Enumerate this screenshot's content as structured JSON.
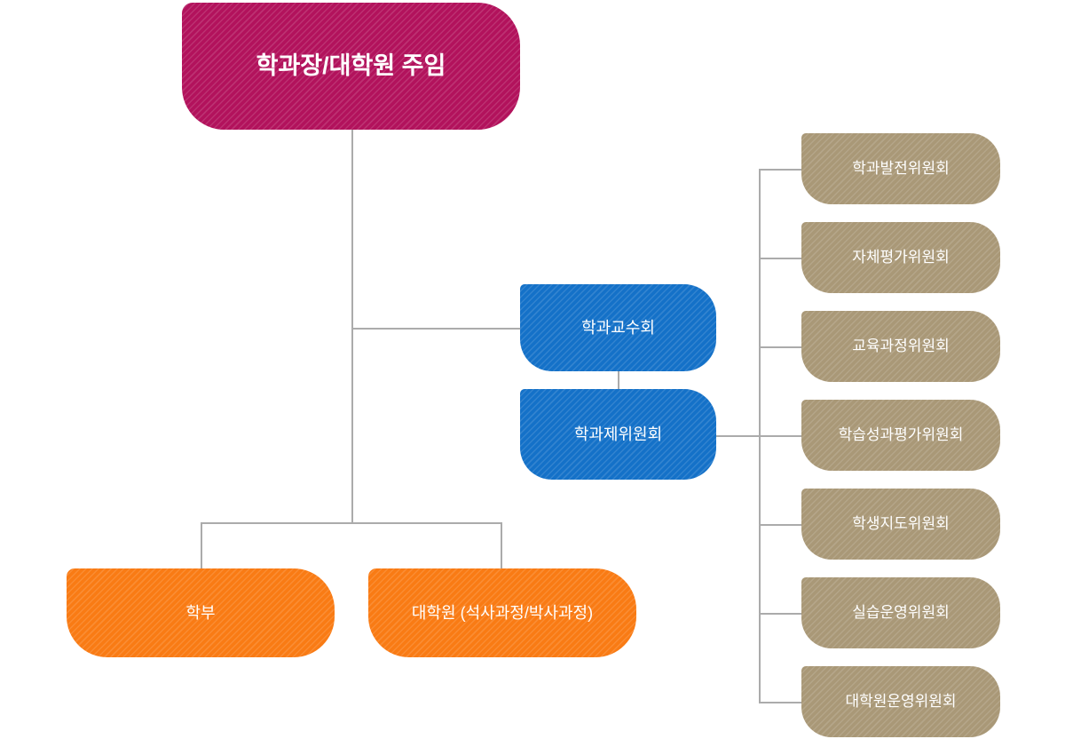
{
  "org_chart": {
    "head": {
      "label": "학과장/대학원 주임"
    },
    "faculty_council": {
      "label": "학과교수회"
    },
    "department_committee": {
      "label": "학과제위원회"
    },
    "undergraduate": {
      "label": "학부"
    },
    "graduate": {
      "label": "대학원 (석사과정/박사과정)"
    },
    "subcommittees": [
      {
        "label": "학과발전위원회"
      },
      {
        "label": "자체평가위원회"
      },
      {
        "label": "교육과정위원회"
      },
      {
        "label": "학습성과평가위원회"
      },
      {
        "label": "학생지도위원회"
      },
      {
        "label": "실습운영위원회"
      },
      {
        "label": "대학원운영위원회"
      }
    ],
    "colors": {
      "head": "#b2125c",
      "council": "#1471c8",
      "program": "#f97b14",
      "subcommittee": "#a99877",
      "connector": "#ababab",
      "text": "#ffffff"
    }
  }
}
